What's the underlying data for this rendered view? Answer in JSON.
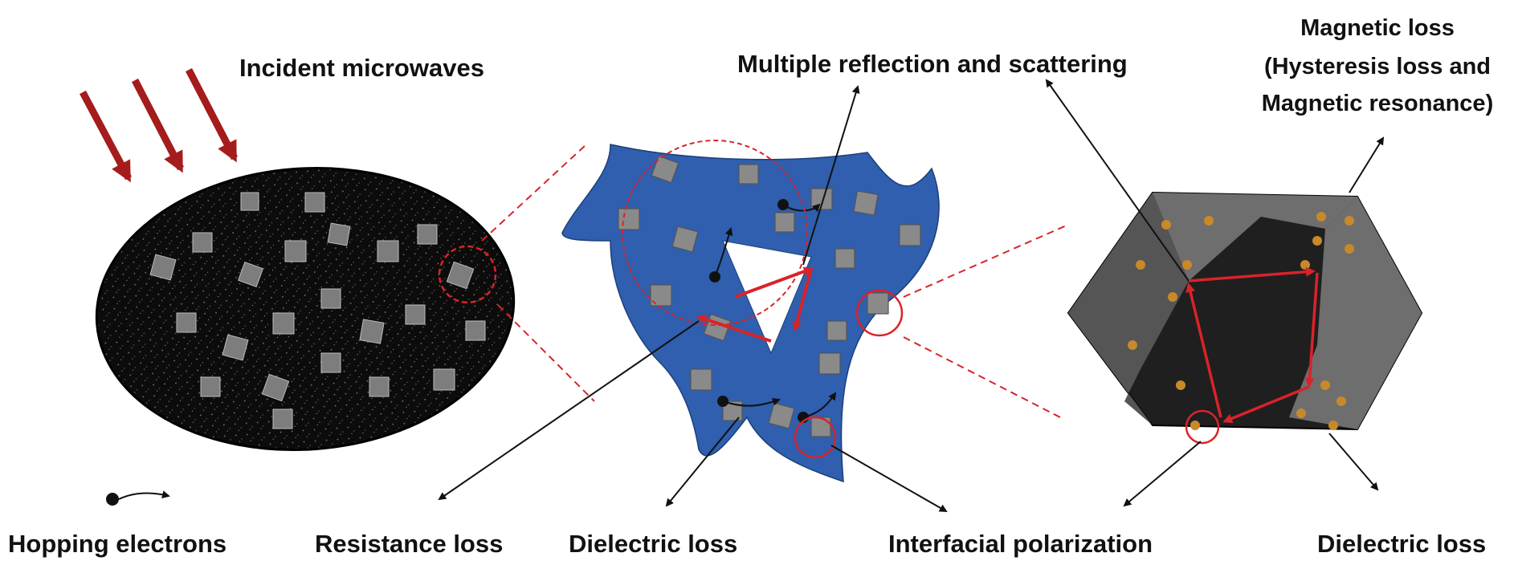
{
  "labels": {
    "incident": "Incident microwaves",
    "multiple": "Multiple reflection and scattering",
    "magnetic_l1": "Magnetic loss",
    "magnetic_l2": "(Hysteresis loss and",
    "magnetic_l3": "Magnetic resonance)",
    "hopping": "Hopping electrons",
    "resistance": "Resistance loss",
    "dielectric_mid": "Dielectric loss",
    "interfacial": "Interfacial polarization",
    "dielectric_right": "Dielectric loss"
  },
  "colors": {
    "wave_arrow": "#a51c1c",
    "sheet": "#2f5fae",
    "cube": "#8a8a8a",
    "particle_body": "#101010",
    "hex_dark": "#1f1f1f",
    "hex_light": "#6e6e6e",
    "dot": "#c8892a",
    "guide": "#d9232a"
  }
}
